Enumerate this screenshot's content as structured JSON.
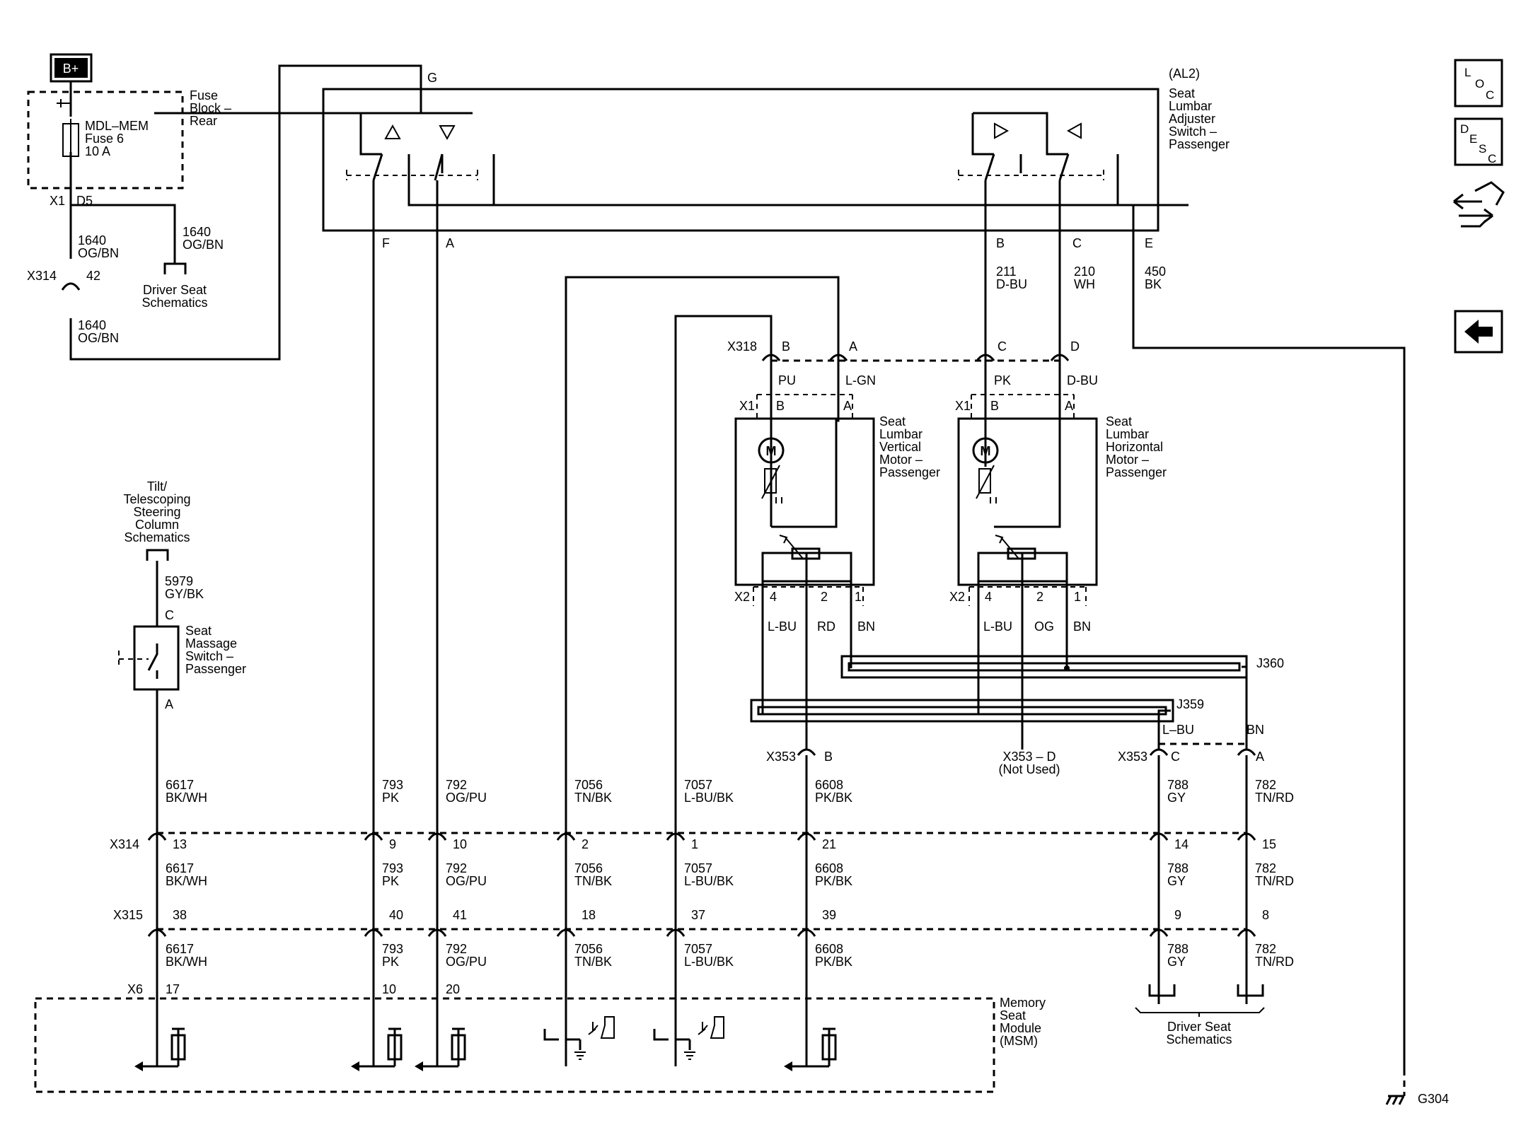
{
  "power": {
    "label": "B+"
  },
  "fuse_block": {
    "title": [
      "Fuse",
      "Block –",
      "Rear"
    ],
    "fuse": [
      "MDL–MEM",
      "Fuse 6",
      "10 A"
    ],
    "conn": "X1",
    "pin": "D5"
  },
  "feed_top": {
    "num": "1640",
    "color": "OG/BN"
  },
  "feed_branch": {
    "num": "1640",
    "color": "OG/BN"
  },
  "feed_bottom": {
    "num": "1640",
    "color": "OG/BN"
  },
  "driver_seat_ref": [
    "Driver Seat",
    "Schematics"
  ],
  "x314_feed": {
    "conn": "X314",
    "pin": "42"
  },
  "switch": {
    "ref": "(AL2)",
    "title": [
      "Seat",
      "Lumbar",
      "Adjuster",
      "Switch –",
      "Passenger"
    ],
    "pins": {
      "G": "G",
      "F": "F",
      "A": "A",
      "B": "B",
      "C": "C",
      "E": "E"
    }
  },
  "sw_wires": {
    "b": {
      "num": "211",
      "color": "D-BU"
    },
    "c": {
      "num": "210",
      "color": "WH"
    },
    "e": {
      "num": "450",
      "color": "BK"
    }
  },
  "x318": {
    "conn": "X318",
    "pins": [
      "B",
      "A",
      "C",
      "D"
    ],
    "colors": [
      "PU",
      "L-GN",
      "PK",
      "D-BU"
    ]
  },
  "motor_v": {
    "title": [
      "Seat",
      "Lumbar",
      "Vertical",
      "Motor –",
      "Passenger"
    ],
    "x1": "X1",
    "x1_pins": [
      "B",
      "A"
    ],
    "x2": "X2",
    "x2_pins": [
      "4",
      "2",
      "1"
    ],
    "colors": [
      "L-BU",
      "RD",
      "BN"
    ],
    "symbol": "M"
  },
  "motor_h": {
    "title": [
      "Seat",
      "Lumbar",
      "Horizontal",
      "Motor –",
      "Passenger"
    ],
    "x1": "X1",
    "x1_pins": [
      "B",
      "A"
    ],
    "x2": "X2",
    "x2_pins": [
      "4",
      "2",
      "1"
    ],
    "colors": [
      "L-BU",
      "OG",
      "BN"
    ],
    "symbol": "M"
  },
  "splices": {
    "j360": "J360",
    "j359": "J359"
  },
  "x353": {
    "b_conn": "X353",
    "b_pin": "B",
    "c_conn": "X353",
    "c_pin": "C",
    "a_pin": "A",
    "d_label": "X353 – D",
    "not_used": "(Not Used)",
    "lbu": "L–BU",
    "bn": "BN"
  },
  "tilt_ref": [
    "Tilt/",
    "Telescoping",
    "Steering",
    "Column",
    "Schematics"
  ],
  "massage": {
    "wire_num": "5979",
    "wire_color": "GY/BK",
    "pin_c": "C",
    "pin_a": "A",
    "title": [
      "Seat",
      "Massage",
      "Switch –",
      "Passenger"
    ]
  },
  "circuits": [
    {
      "num": "6617",
      "color": "BK/WH",
      "x314": "13",
      "x315": "38",
      "x6": "17"
    },
    {
      "num": "793",
      "color": "PK",
      "x314": "9",
      "x315": "40",
      "x6": "10"
    },
    {
      "num": "792",
      "color": "OG/PU",
      "x314": "10",
      "x315": "41",
      "x6": "20"
    },
    {
      "num": "7056",
      "color": "TN/BK",
      "x314": "2",
      "x315": "18",
      "x6": ""
    },
    {
      "num": "7057",
      "color": "L-BU/BK",
      "x314": "1",
      "x315": "37",
      "x6": ""
    },
    {
      "num": "6608",
      "color": "PK/BK",
      "x314": "21",
      "x315": "39",
      "x6": ""
    },
    {
      "num": "788",
      "color": "GY",
      "x314": "14",
      "x315": "9",
      "x6": ""
    },
    {
      "num": "782",
      "color": "TN/RD",
      "x314": "15",
      "x315": "8",
      "x6": ""
    }
  ],
  "connectors": {
    "x314": "X314",
    "x315": "X315",
    "x6": "X6"
  },
  "msm": [
    "Memory",
    "Seat",
    "Module",
    "(MSM)"
  ],
  "ground": {
    "label": "G304"
  },
  "nav": {
    "loc": {
      "a": "L",
      "b": "O",
      "c": "C"
    },
    "desc": {
      "a": "D",
      "b": "E",
      "c": "S",
      "d": "C"
    }
  }
}
